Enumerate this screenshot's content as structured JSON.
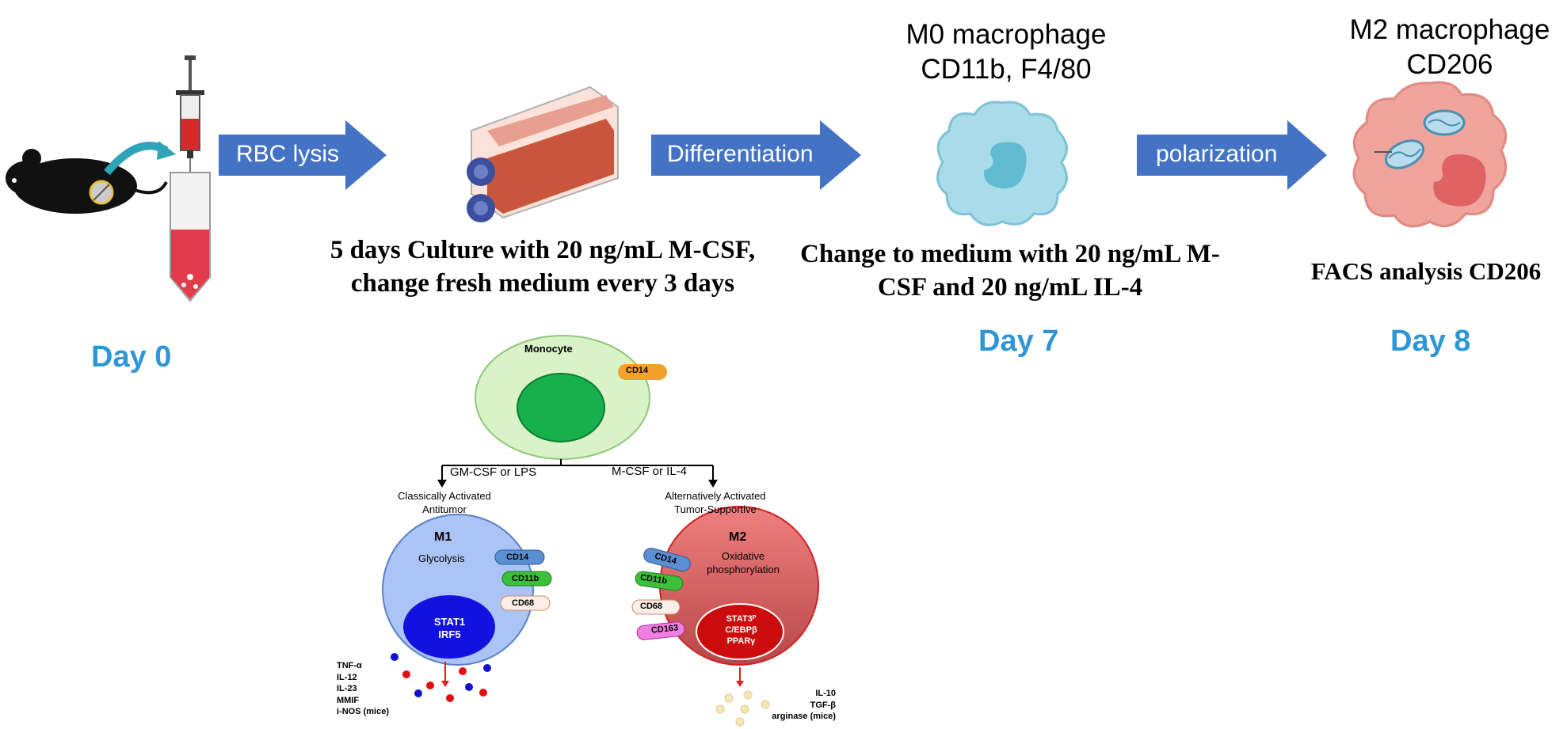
{
  "steps": [
    {
      "arrow": "RBC lysis"
    },
    {
      "arrow": "Differentiation"
    },
    {
      "arrow": "polarization"
    }
  ],
  "culture_text": [
    "5 days Culture with 20 ng/mL M-CSF,",
    "change fresh medium every 3 days"
  ],
  "medium_text": [
    "Change to medium with 20 ng/mL M-",
    "CSF and 20 ng/mL IL-4"
  ],
  "facs_text": "FACS analysis CD206",
  "m0": {
    "title": "M0 macrophage",
    "markers": "CD11b, F4/80"
  },
  "m2top": {
    "title": "M2 macrophage",
    "markers": "CD206"
  },
  "days": [
    "Day 0",
    "Day 7",
    "Day 8"
  ],
  "monocyte": {
    "label": "Monocyte",
    "marker": "CD14"
  },
  "branches": {
    "left_stim": "GM-CSF or LPS",
    "right_stim": "M-CSF or IL-4",
    "left_desc": [
      "Classically Activated",
      "Antitumor"
    ],
    "right_desc": [
      "Alternatively Activated",
      "Tumor-Supportive"
    ]
  },
  "m1": {
    "name": "M1",
    "metabolism": "Glycolysis",
    "nucleus": [
      "STAT1",
      "IRF5"
    ],
    "markers": [
      "CD14",
      "CD11b",
      "CD68"
    ],
    "secreted": [
      "TNF-α",
      "IL-12",
      "IL-23",
      "MMIF",
      "i-NOS (mice)"
    ]
  },
  "m2": {
    "name": "M2",
    "metabolism": [
      "Oxidative",
      "phosphorylation"
    ],
    "nucleus": [
      "STAT3ᴾ",
      "C/EBPβ",
      "PPARγ"
    ],
    "markers": [
      "CD14",
      "CD11b",
      "CD68",
      "CD163"
    ],
    "secreted": [
      "IL-10",
      "TGF-β",
      "arginase (mice)"
    ]
  },
  "colors": {
    "arrow": "#4472c4",
    "day": "#2e96d6",
    "m1": "#9dbcf4",
    "m2": "#e8585a",
    "monocyte": "#d9f2c8"
  }
}
